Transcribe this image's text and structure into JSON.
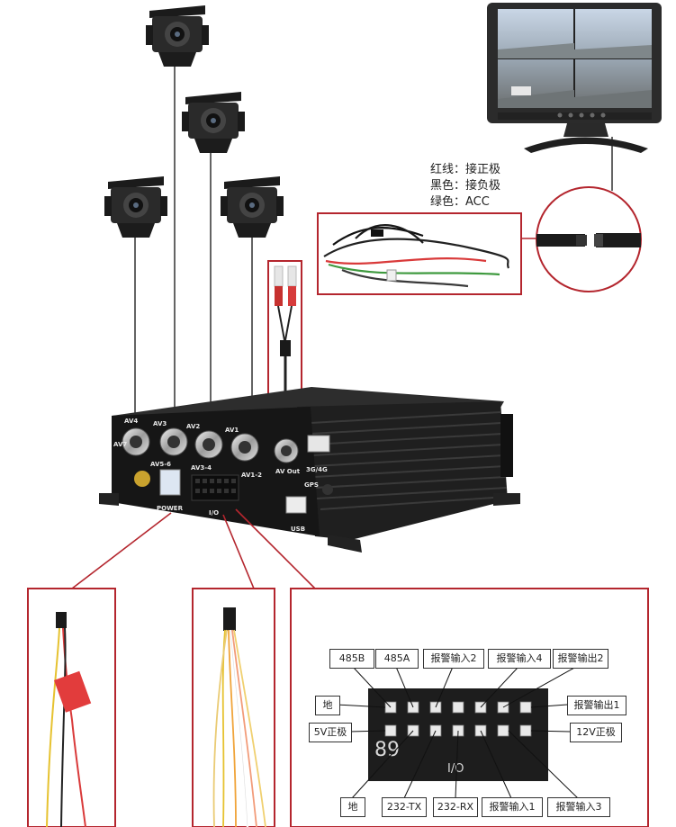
{
  "legend": {
    "red": "红线：接正极",
    "black": "黑色：接负极",
    "green": "绿色：ACC"
  },
  "dvr_ports": {
    "av4": "AV4",
    "av3": "AV3",
    "av2": "AV2",
    "av1": "AV1",
    "av_top": "AV7",
    "av5_6": "AV5-6",
    "av3_4": "AV3-4",
    "av1_2": "AV1-2",
    "av_out": "AV Out",
    "net": "3G/4G",
    "gps": "GPS",
    "power": "POWER",
    "io": "I/O",
    "usb": "USB"
  },
  "io_diagram": {
    "top_labels": [
      "485B",
      "485A",
      "报警输入2",
      "报警输入4",
      "报警输出2"
    ],
    "left_labels": [
      "地",
      "5V正极"
    ],
    "right_labels": [
      "报警输出1",
      "12V正极"
    ],
    "bottom_labels": [
      "地",
      "232-TX",
      "232-RX",
      "报警输入1",
      "报警输入3"
    ],
    "pin_number": "89",
    "connector_label": "I/O"
  },
  "colors": {
    "frame_red": "#b4262e",
    "dvr_body": "#1e1e1e",
    "wire_red": "#d93a3a",
    "wire_green": "#3f9a3f",
    "wire_yellow": "#e6c230"
  }
}
